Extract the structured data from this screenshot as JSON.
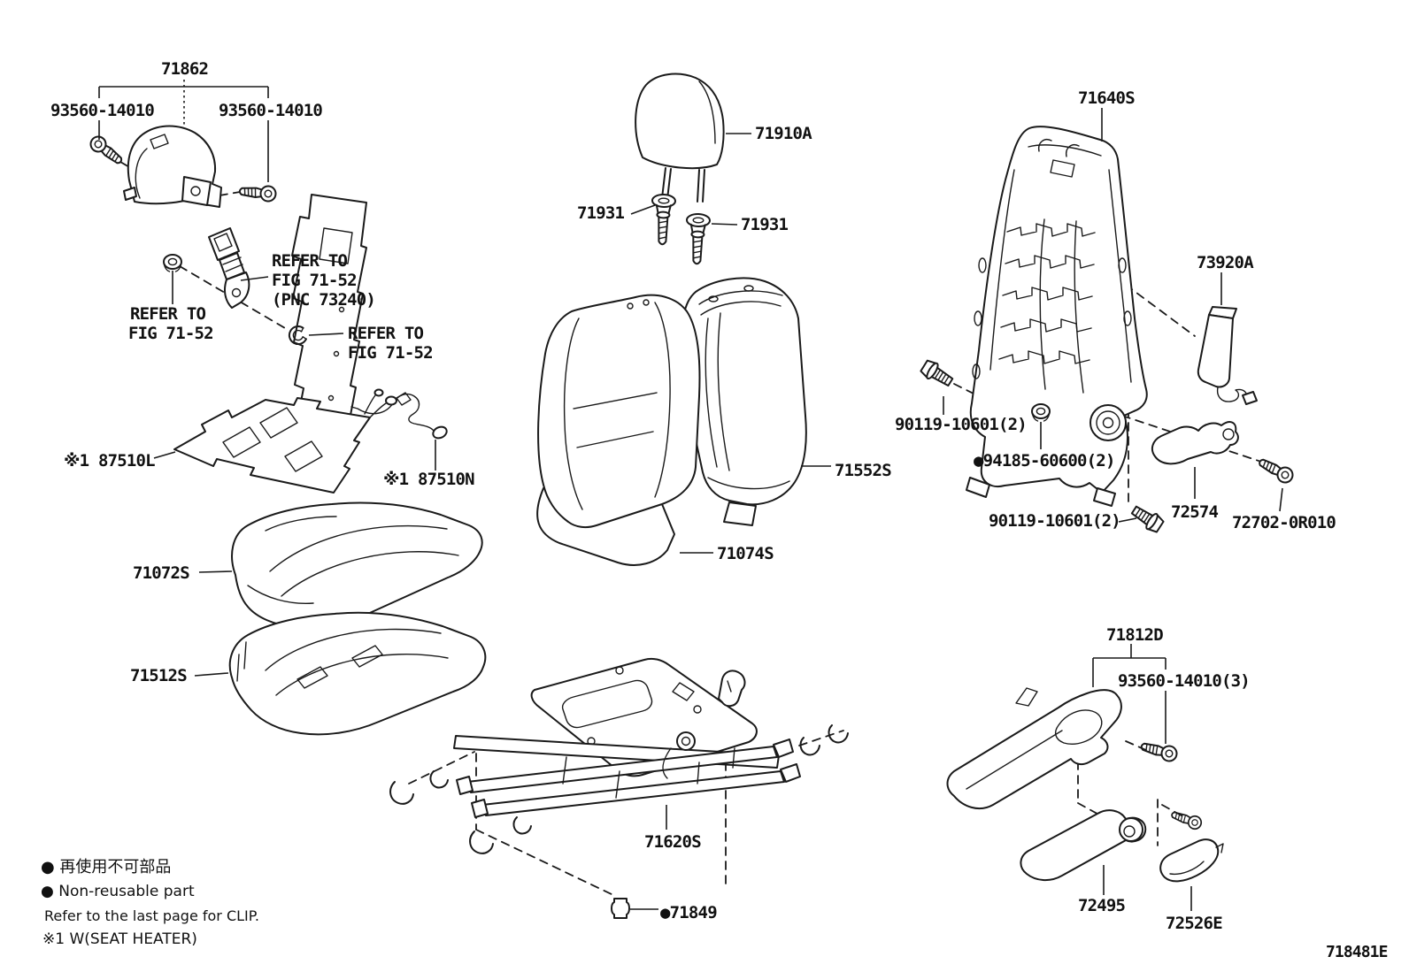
{
  "figure": {
    "code": "718481E",
    "line_color": "#1a1a1a",
    "background": "#ffffff"
  },
  "parts": {
    "belt_cover": "71862",
    "screw_left": "93560-14010",
    "screw_right": "93560-14010",
    "headrest": "71910A",
    "support_left": "71931",
    "support_right": "71931",
    "back_frame": "71640S",
    "airbag": "73920A",
    "back_pad": "71552S",
    "back_cover": "71074S",
    "heater_cushion": "※1 87510L",
    "heater_back": "※1 87510N",
    "bolt_upper": "90119-10601(2)",
    "nut_back": "●94185-60600(2)",
    "bolt_lower": "90119-10601(2)",
    "lever": "72574",
    "recliner_screw": "72702-0R010",
    "cushion_cover": "71072S",
    "cushion_pad": "71512S",
    "adjuster": "71620S",
    "clip": "●71849",
    "shield": "71812D",
    "shield_screws": "93560-14010(3)",
    "handle": "72495",
    "handle_cover": "72526E"
  },
  "refers": {
    "a1": "REFER TO",
    "a2": "FIG 71-52",
    "b1": "REFER TO",
    "b2": "FIG 71-52",
    "b3": "(PNC 73240)",
    "c1": "REFER TO",
    "c2": "FIG 71-52"
  },
  "legend": {
    "jp": "● 再使用不可部品",
    "en": "● Non-reusable part",
    "clip_note": "Refer to the last page for CLIP.",
    "heater_note": "※1 W(SEAT HEATER)"
  }
}
